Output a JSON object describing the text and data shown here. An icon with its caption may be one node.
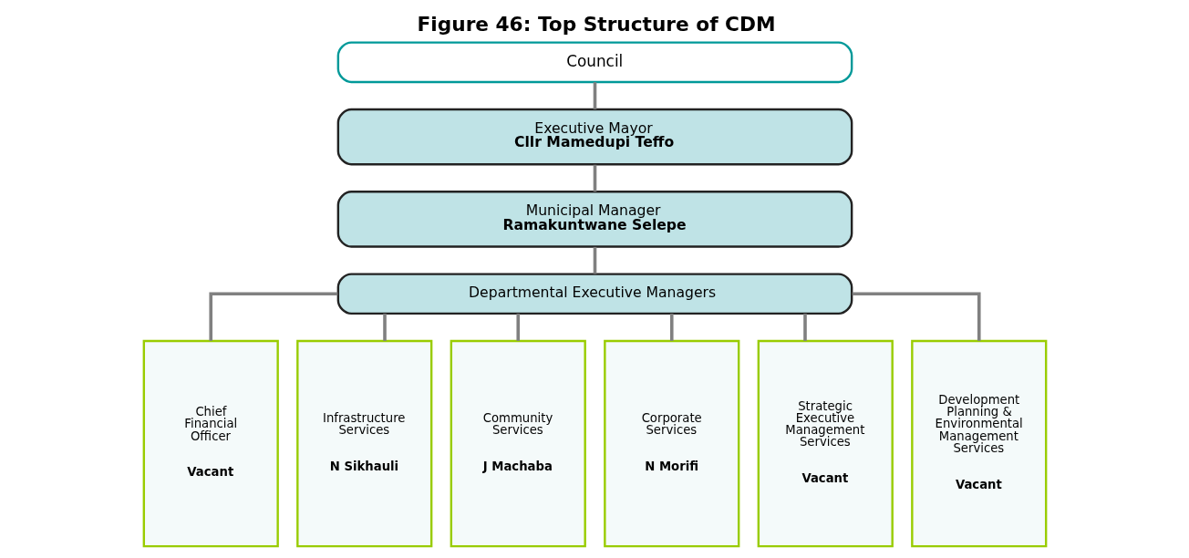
{
  "diagram": {
    "title": "Figure 46: Top Structure of CDM",
    "nodes": [
      {
        "text": [
          "Council"
        ]
      },
      {
        "text": [
          "Executive Mayor",
          "Cllr Mamedupi Teffo"
        ]
      },
      {
        "text": [
          "Municipal Manager",
          "Ramakuntwane Selepe"
        ]
      },
      {
        "text": [
          "Departmental Executive Managers"
        ]
      },
      {
        "text": [
          "Chief Financial Officer",
          "Vacant"
        ]
      },
      {
        "text": [
          "Infrastructure Services",
          "N Sikhauli"
        ]
      },
      {
        "text": [
          "Community Services",
          "J Machaba"
        ]
      },
      {
        "text": [
          "Corporate Services",
          "N Morifi"
        ]
      },
      {
        "text": [
          "Strategic Executive Management Services",
          "Vacant"
        ]
      },
      {
        "text": [
          "Development Planning & Environmental Management Services",
          "Vacant"
        ]
      }
    ],
    "edges": [
      {
        "from": 0,
        "to": 1,
        "arrow": "none"
      },
      {
        "from": 1,
        "to": 2,
        "arrow": "none"
      },
      {
        "from": 2,
        "to": 3,
        "arrow": "none"
      },
      {
        "from": 3,
        "to": 4,
        "arrow": "none"
      },
      {
        "from": 3,
        "to": 5,
        "arrow": "none"
      },
      {
        "from": 3,
        "to": 6,
        "arrow": "none"
      },
      {
        "from": 3,
        "to": 7,
        "arrow": "none"
      },
      {
        "from": 3,
        "to": 8,
        "arrow": "none"
      },
      {
        "from": 3,
        "to": 9,
        "arrow": "none"
      }
    ]
  }
}
